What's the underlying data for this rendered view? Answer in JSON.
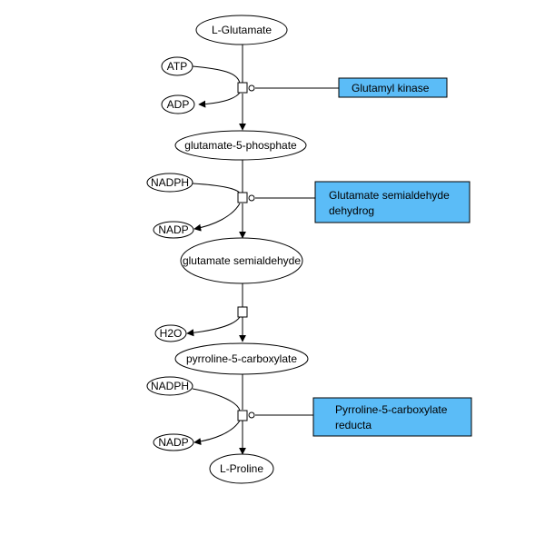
{
  "metabolites": {
    "l_glutamate": "L-Glutamate",
    "glutamate_5_phosphate": "glutamate-5-phosphate",
    "glutamate_semialdehyde": "glutamate semialdehyde",
    "pyrroline_5_carboxylate": "pyrroline-5-carboxylate",
    "l_proline": "L-Proline"
  },
  "cofactors": {
    "atp": "ATP",
    "adp": "ADP",
    "nadph_1": "NADPH",
    "nadp_1": "NADP",
    "h2o": "H2O",
    "nadph_2": "NADPH",
    "nadp_2": "NADP"
  },
  "enzymes": {
    "glutamyl_kinase": [
      "Glutamyl kinase"
    ],
    "gsa_dehydrogenase": [
      "Glutamate semialdehyde",
      "dehydrog"
    ],
    "p5c_reductase": [
      "Pyrroline-5-carboxylate",
      "reducta"
    ]
  },
  "colors": {
    "enzyme_fill": "#5bbcf7",
    "stroke": "#000000",
    "background": "#ffffff"
  }
}
